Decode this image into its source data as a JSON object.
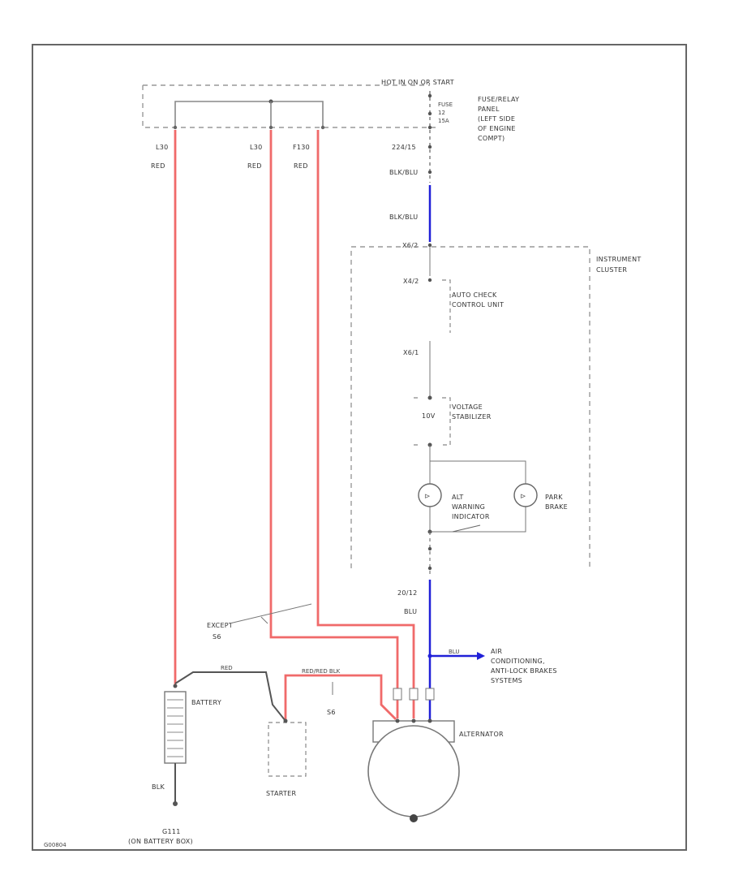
{
  "colors": {
    "red_wire": "#f06a6a",
    "blue_wire": "#2020d8",
    "black_wire": "#555555",
    "border": "#666666"
  },
  "labels": {
    "hot_header": "HOT IN ON OR START",
    "fuse": "FUSE",
    "fuse_num": "12",
    "fuse_amp": "15A",
    "fuse_panel_1": "FUSE/RELAY",
    "fuse_panel_2": "PANEL",
    "fuse_panel_3": "(LEFT SIDE",
    "fuse_panel_4": "OF ENGINE",
    "fuse_panel_5": "COMPT)",
    "conn_left": "L30",
    "conn_mid": "L30",
    "conn_right": "F130",
    "wire_red_1": "RED",
    "wire_red_2": "RED",
    "wire_red_3": "RED",
    "conn_fuse_out": "224/15",
    "wire_blk_blu_1": "BLK/BLU",
    "wire_blk_blu_2": "BLK/BLU",
    "conn_inst_in": "X6/2",
    "inst_cluster_1": "INSTRUMENT",
    "inst_cluster_2": "CLUSTER",
    "conn_acu": "X4/2",
    "acu_1": "AUTO CHECK",
    "acu_2": "CONTROL UNIT",
    "conn_x6": "X6/1",
    "vs_pin": "10V",
    "vs_1": "VOLTAGE",
    "vs_2": "STABILIZER",
    "alt_ind_1": "ALT",
    "alt_ind_2": "WARNING",
    "alt_ind_3": "INDICATOR",
    "park_1": "PARK",
    "park_2": "BRAKE",
    "conn_alt": "20/12",
    "wire_blu": "BLU",
    "ac_wire": "BLU",
    "ac_1": "AIR",
    "ac_2": "CONDITIONING,",
    "ac_3": "ANTI-LOCK BRAKES",
    "ac_4": "SYSTEMS",
    "except_1": "EXCEPT",
    "except_2": "S6",
    "batt_wire": "RED",
    "starter_wire": "RED/RED BLK",
    "s6": "S6",
    "battery": "BATTERY",
    "starter": "STARTER",
    "alternator": "ALTERNATOR",
    "blk": "BLK",
    "ground_1": "G111",
    "ground_2": "(ON BATTERY BOX)",
    "diagram_id": "G00804"
  }
}
